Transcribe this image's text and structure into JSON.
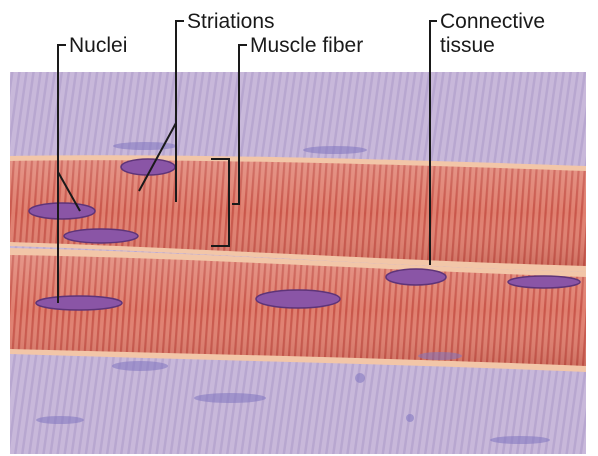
{
  "labels": {
    "striations": "Striations",
    "nuclei": "Nuclei",
    "muscle_fiber": "Muscle fiber",
    "connective_line1": "Connective",
    "connective_line2": "tissue"
  },
  "colors": {
    "connective_tissue": "#c9b8da",
    "connective_stripe": "#a895c6",
    "muscle_fiber": "#e07f6f",
    "muscle_fiber_dark": "#c95a4e",
    "muscle_stripe": "#b9483f",
    "fiber_border": "#f2c6a8",
    "nucleus": "#8a55a6",
    "nucleus_edge": "#5e3478",
    "label_line": "#1a1a1a"
  }
}
